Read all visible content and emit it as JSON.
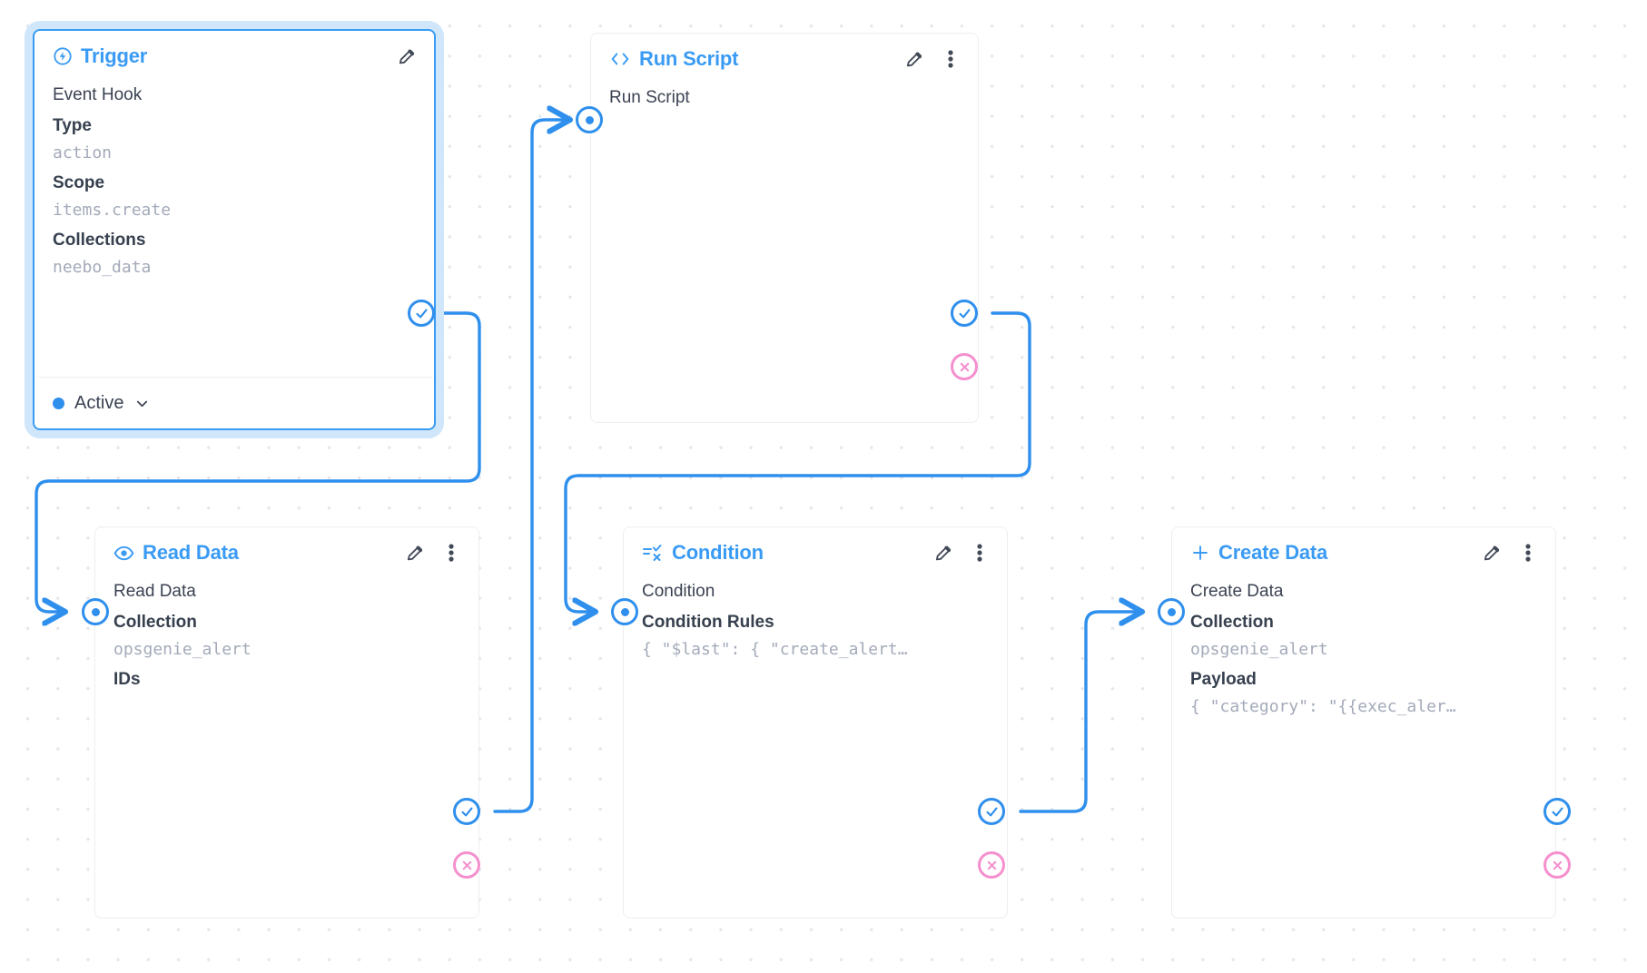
{
  "canvas": {
    "background_color": "#ffffff",
    "grid_dot_color": "#e4e6ec",
    "accent_color": "#3a9bf4",
    "success_port_color": "#2f8fed",
    "error_port_color": "#f58fce",
    "edge_color": "#2f8fed"
  },
  "nodes": [
    {
      "id": "trigger",
      "title": "Trigger",
      "icon": "bolt-circle-icon",
      "selected": true,
      "row_name": "Event Hook",
      "fields": [
        {
          "label": "Type",
          "value": "action"
        },
        {
          "label": "Scope",
          "value": "items.create"
        },
        {
          "label": "Collections",
          "value": "neebo_data"
        }
      ],
      "status": {
        "label": "Active",
        "chevron": "chevron-down-icon"
      },
      "actions": [
        "edit-icon"
      ]
    },
    {
      "id": "run-script",
      "title": "Run Script",
      "icon": "code-brackets-icon",
      "selected": false,
      "row_name": "Run Script",
      "fields": [],
      "actions": [
        "edit-icon",
        "more-options-icon"
      ]
    },
    {
      "id": "read-data",
      "title": "Read Data",
      "icon": "eye-icon",
      "selected": false,
      "row_name": "Read Data",
      "fields": [
        {
          "label": "Collection",
          "value": "opsgenie_alert"
        },
        {
          "label": "IDs",
          "value": ""
        }
      ],
      "actions": [
        "edit-icon",
        "more-options-icon"
      ]
    },
    {
      "id": "condition",
      "title": "Condition",
      "icon": "condition-branch-icon",
      "selected": false,
      "row_name": "Condition",
      "fields": [
        {
          "label": "Condition Rules",
          "value": "{ \"$last\": { \"create_alert…"
        }
      ],
      "actions": [
        "edit-icon",
        "more-options-icon"
      ]
    },
    {
      "id": "create-data",
      "title": "Create Data",
      "icon": "plus-icon",
      "selected": false,
      "row_name": "Create Data",
      "fields": [
        {
          "label": "Collection",
          "value": "opsgenie_alert"
        },
        {
          "label": "Payload",
          "value": "{ \"category\": \"{{exec_aler…"
        }
      ],
      "actions": [
        "edit-icon",
        "more-options-icon"
      ]
    }
  ],
  "ports": {
    "input": "input-port",
    "success": "success-output-port",
    "error": "error-output-port"
  }
}
